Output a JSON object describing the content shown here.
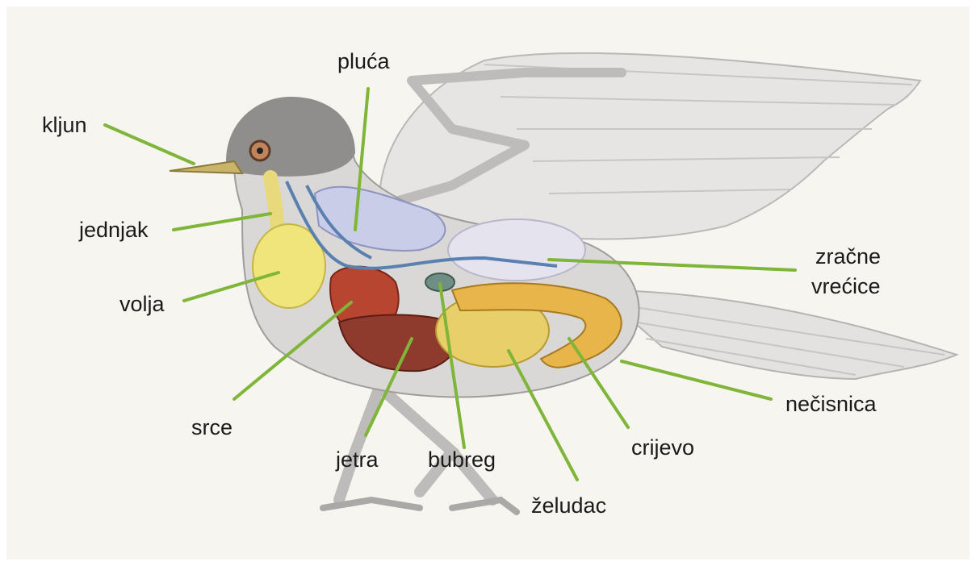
{
  "diagram": {
    "colors": {
      "leader_line": "#7fb539",
      "background": "#f7f5ef",
      "body": "#d9d8d6",
      "crop": "#f0e57a",
      "liver": "#8e3a2c",
      "heart": "#b8452f",
      "gizzard": "#e9cf6a",
      "intestine": "#e7b54a",
      "lung": "#c9cde8",
      "kidney": "#6f8f86"
    },
    "labels": {
      "kljun": "kljun",
      "jednjak": "jednjak",
      "volja": "volja",
      "srce": "srce",
      "jetra": "jetra",
      "bubreg": "bubreg",
      "zeludac": "želudac",
      "crijevo": "crijevo",
      "necisnica": "nečisnica",
      "pluca": "pluća",
      "zracne_vrecice_line1": "zračne",
      "zracne_vrecice_line2": "vrećice"
    }
  }
}
